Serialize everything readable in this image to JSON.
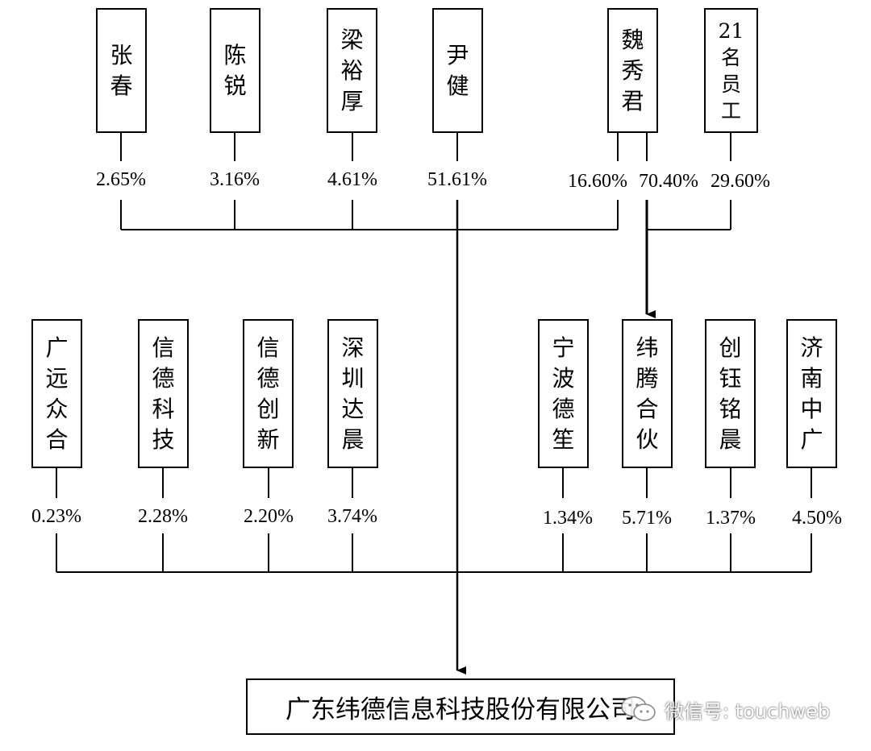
{
  "diagram": {
    "top_shareholders": [
      {
        "id": "zhang-chun",
        "chars": [
          "张",
          "春"
        ],
        "percent": "2.65%"
      },
      {
        "id": "chen-rui",
        "chars": [
          "陈",
          "锐"
        ],
        "percent": "3.16%"
      },
      {
        "id": "liang-yuhou",
        "chars": [
          "梁",
          "裕",
          "厚"
        ],
        "percent": "4.61%"
      },
      {
        "id": "yin-jian",
        "chars": [
          "尹",
          "健"
        ],
        "percent": "51.61%"
      },
      {
        "id": "wei-xiujun",
        "chars": [
          "魏",
          "秀",
          "君"
        ],
        "percent_company": "16.60%",
        "percent_weiteng": "70.40%"
      },
      {
        "id": "employees-21",
        "chars": [
          "21",
          "名",
          "员",
          "工"
        ],
        "percent": "29.60%"
      }
    ],
    "mid_shareholders": [
      {
        "id": "guangyuan-zhonghe",
        "chars": [
          "广",
          "远",
          "众",
          "合"
        ],
        "percent": "0.23%"
      },
      {
        "id": "xinde-keji",
        "chars": [
          "信",
          "德",
          "科",
          "技"
        ],
        "percent": "2.28%"
      },
      {
        "id": "xinde-chuangxin",
        "chars": [
          "信",
          "德",
          "创",
          "新"
        ],
        "percent": "2.20%"
      },
      {
        "id": "shenzhen-dachen",
        "chars": [
          "深",
          "圳",
          "达",
          "晨"
        ],
        "percent": "3.74%"
      },
      {
        "id": "ningbo-desheng",
        "chars": [
          "宁",
          "波",
          "德",
          "笙"
        ],
        "percent": "1.34%"
      },
      {
        "id": "weiteng-hehuo",
        "chars": [
          "纬",
          "腾",
          "合",
          "伙"
        ],
        "percent": "5.71%"
      },
      {
        "id": "chuangyu-mingchen",
        "chars": [
          "创",
          "钰",
          "铭",
          "晨"
        ],
        "percent": "1.37%"
      },
      {
        "id": "jinan-zhongguang",
        "chars": [
          "济",
          "南",
          "中",
          "广"
        ],
        "percent": "4.50%"
      }
    ],
    "company": "广东纬德信息科技股份有限公司"
  },
  "watermark": {
    "text": "微信号: touchweb",
    "icon": "wechat-icon"
  },
  "colors": {
    "line": "#000000",
    "background": "#ffffff"
  }
}
